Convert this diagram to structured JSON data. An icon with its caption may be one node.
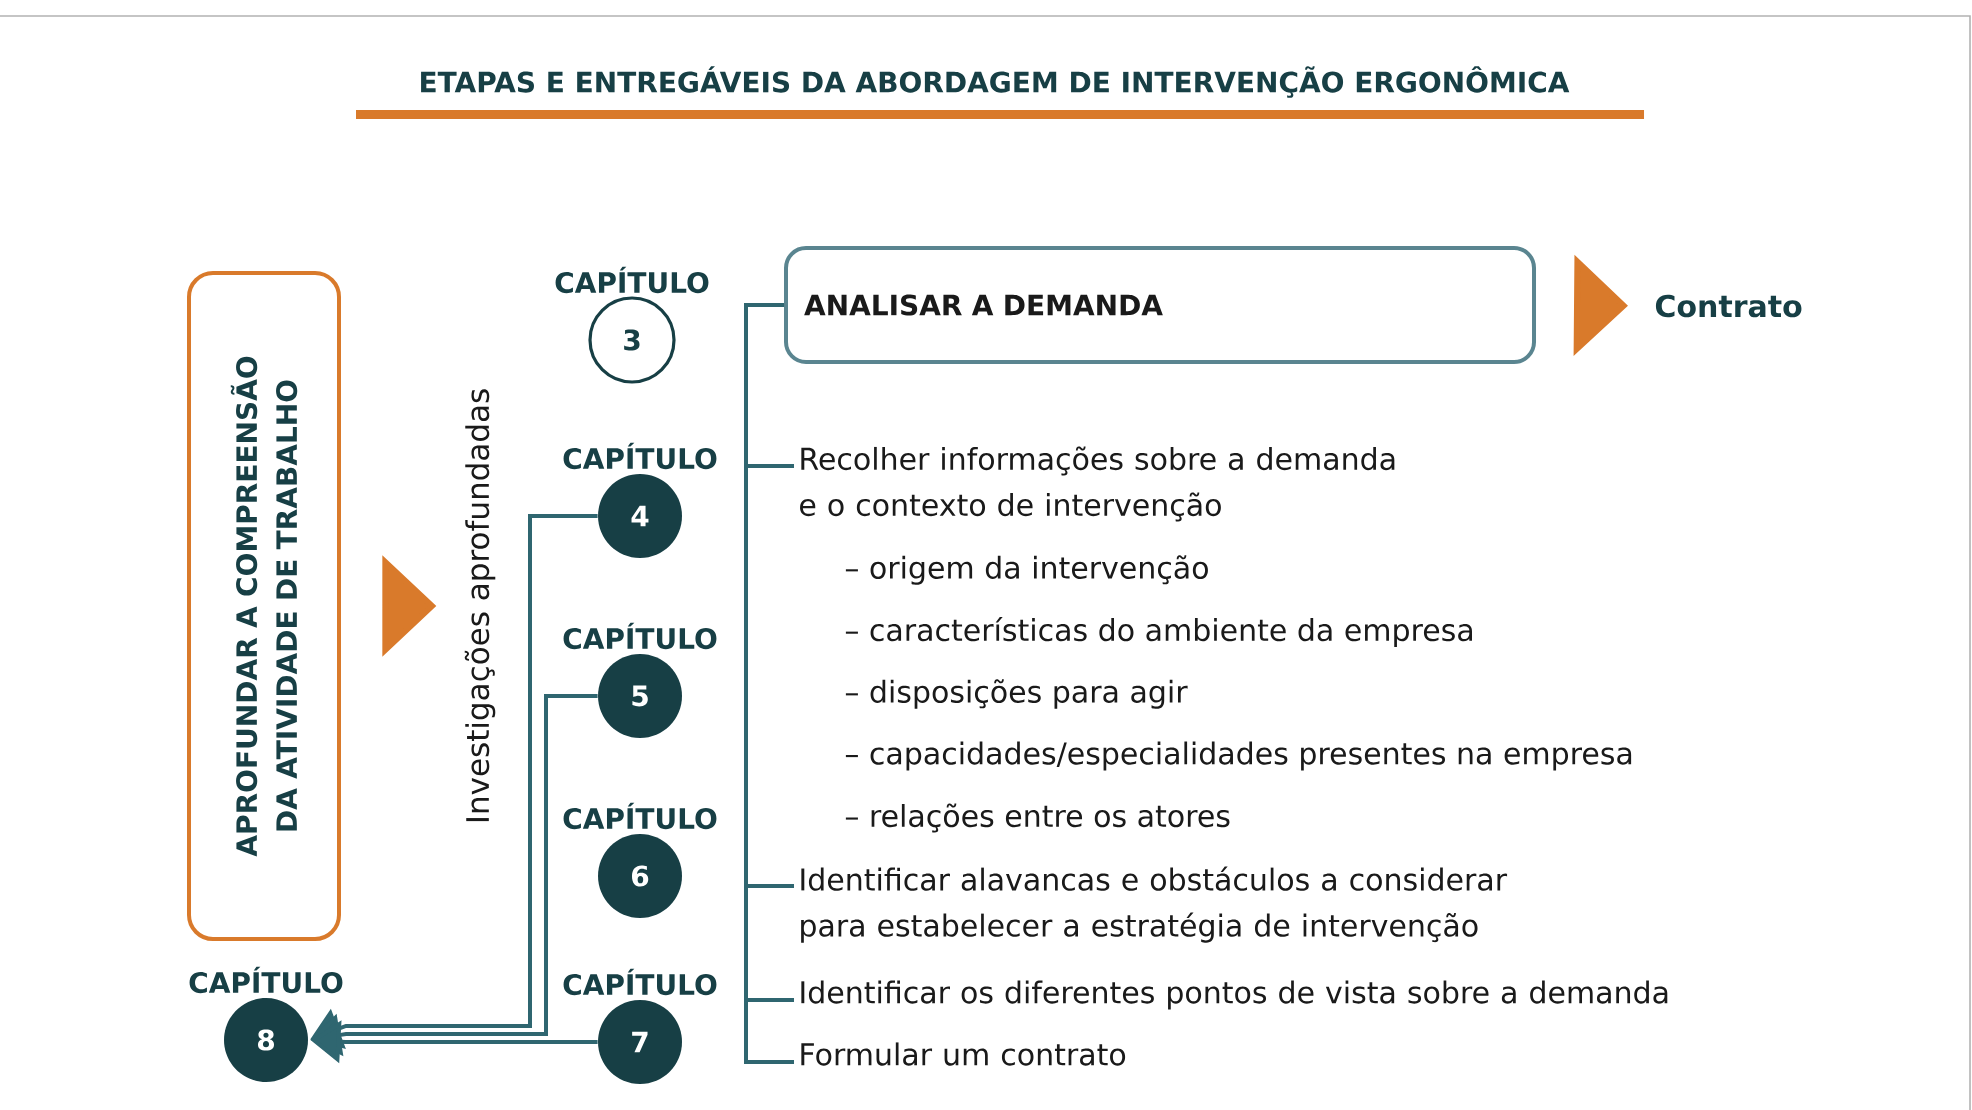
{
  "diagram": {
    "title": "ETAPAS E ENTREGÁVEIS DA ABORDAGEM DE INTERVENÇÃO ERGONÔMICA",
    "nodes": [
      {
        "text": [
          "APROFUNDAR A COMPREENSÃO DA ATIVIDADE DE TRABALHO"
        ]
      },
      {
        "text": [
          "Investigações aprofundadas"
        ]
      },
      {
        "text": [
          "3"
        ],
        "beside": [
          "CAPÍTULO"
        ]
      },
      {
        "text": [
          "ANALISAR A DEMANDA"
        ]
      },
      {
        "text": [
          "Contrato"
        ]
      },
      {
        "text": [
          "4"
        ],
        "beside": [
          "CAPÍTULO"
        ]
      },
      {
        "text": [
          "Recolher informações sobre a demanda e o contexto de intervenção"
        ]
      },
      {
        "text": [
          "5"
        ],
        "beside": [
          "CAPÍTULO"
        ]
      },
      {
        "text": [
          "6"
        ],
        "beside": [
          "CAPÍTULO"
        ]
      },
      {
        "text": [
          "Identificar alavancas e obstáculos a considerar para estabelecer a estratégia de intervenção"
        ]
      },
      {
        "text": [
          "7"
        ],
        "beside": [
          "CAPÍTULO"
        ]
      },
      {
        "text": [
          "Identificar os diferentes pontos de vista sobre a demanda"
        ]
      },
      {
        "text": [
          "Formular um contrato"
        ]
      },
      {
        "text": [
          "8"
        ],
        "beside": [
          "CAPÍTULO"
        ]
      }
    ],
    "edges": [
      {
        "from": 0,
        "to": 1,
        "arrow": "to",
        "style": "thick",
        "color": "#d97a2b"
      },
      {
        "from": 3,
        "to": 4,
        "arrow": "to",
        "style": "thick",
        "color": "#d97a2b"
      },
      {
        "from": 3,
        "to": 6,
        "arrow": "none"
      },
      {
        "from": 3,
        "to": 9,
        "arrow": "none"
      },
      {
        "from": 3,
        "to": 11,
        "arrow": "none"
      },
      {
        "from": 3,
        "to": 12,
        "arrow": "none"
      },
      {
        "from": 5,
        "to": 13,
        "arrow": "to"
      },
      {
        "from": 7,
        "to": 13,
        "arrow": "to"
      },
      {
        "from": 10,
        "to": 13,
        "arrow": "to"
      }
    ],
    "labels": [
      "– origem da intervenção",
      "– características do ambiente da empresa",
      "– disposições para agir",
      "– capacidades/especialidades presentes na empresa",
      "– relações entre os atores"
    ]
  }
}
